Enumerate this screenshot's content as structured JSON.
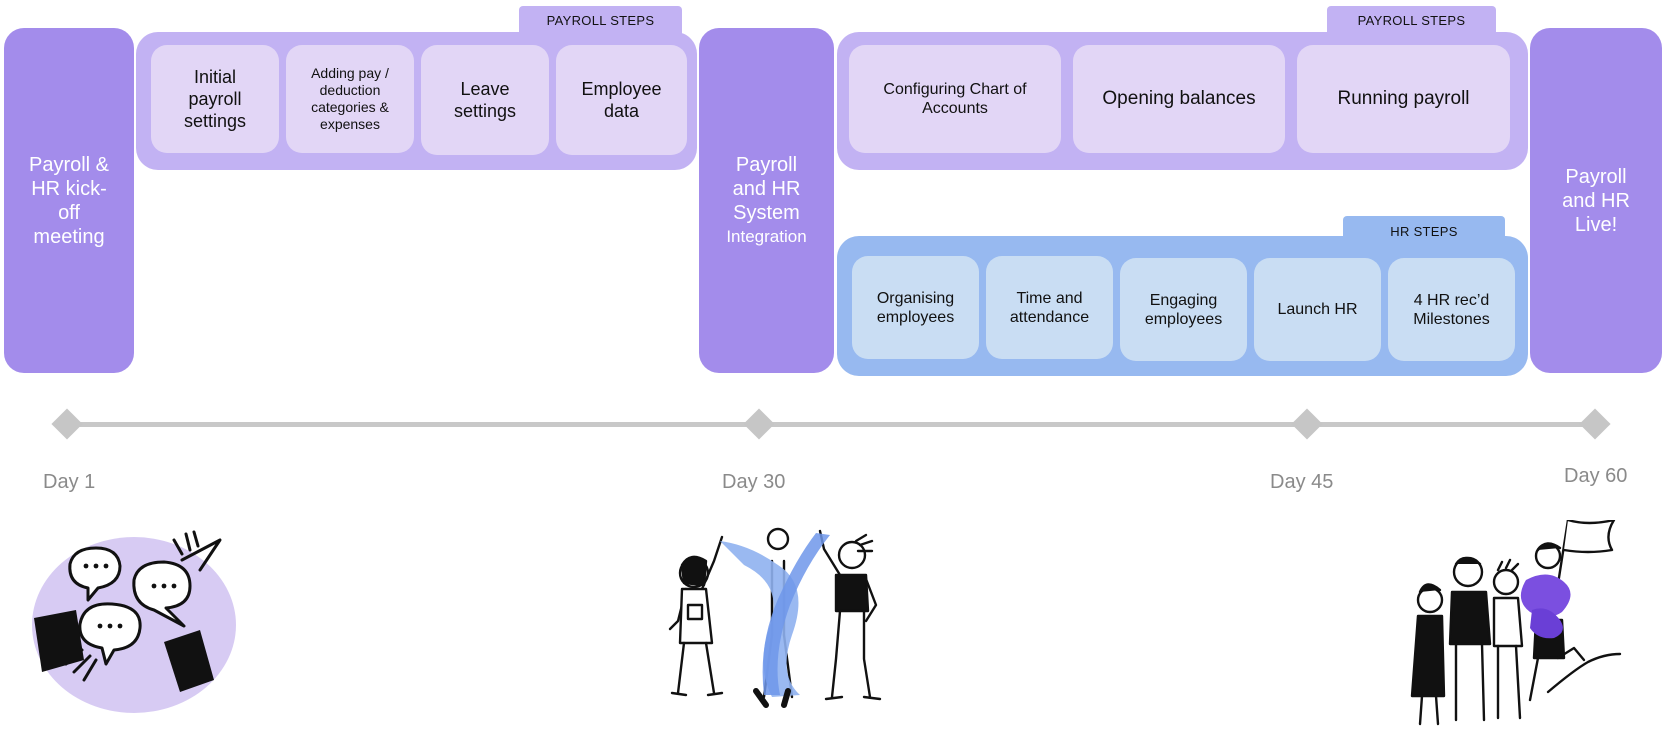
{
  "milestones": {
    "kickoff": "Payroll & HR kick-off meeting",
    "integration_top": "Payroll and HR System",
    "integration_bottom": "Integration",
    "live": "Payroll and HR Live!"
  },
  "payroll_panel_1": {
    "tab": "PAYROLL STEPS",
    "steps": [
      "Initial payroll settings",
      "Adding pay / deduction categories & expenses",
      "Leave settings",
      "Employee data"
    ]
  },
  "payroll_panel_2": {
    "tab": "PAYROLL STEPS",
    "steps": [
      "Configuring Chart of Accounts",
      "Opening balances",
      "Running payroll"
    ]
  },
  "hr_panel": {
    "tab": "HR STEPS",
    "steps": [
      "Organising employees",
      "Time and attendance",
      "Engaging employees",
      "Launch HR",
      "4 HR rec’d Milestones"
    ]
  },
  "timeline": {
    "days": [
      "Day 1",
      "Day 30",
      "Day 45",
      "Day 60"
    ]
  },
  "illustrations": [
    "speech-bubbles-illustration",
    "celebrating-people-illustration",
    "team-with-flag-illustration"
  ],
  "colors": {
    "milestone": "#a38ceb",
    "payroll_panel": "#c2b2f3",
    "payroll_step": "#e2d6f6",
    "hr_panel": "#97b9f0",
    "hr_step": "#c9ddf3",
    "timeline": "#c8c8c8",
    "day_label": "#8a8a8a"
  }
}
